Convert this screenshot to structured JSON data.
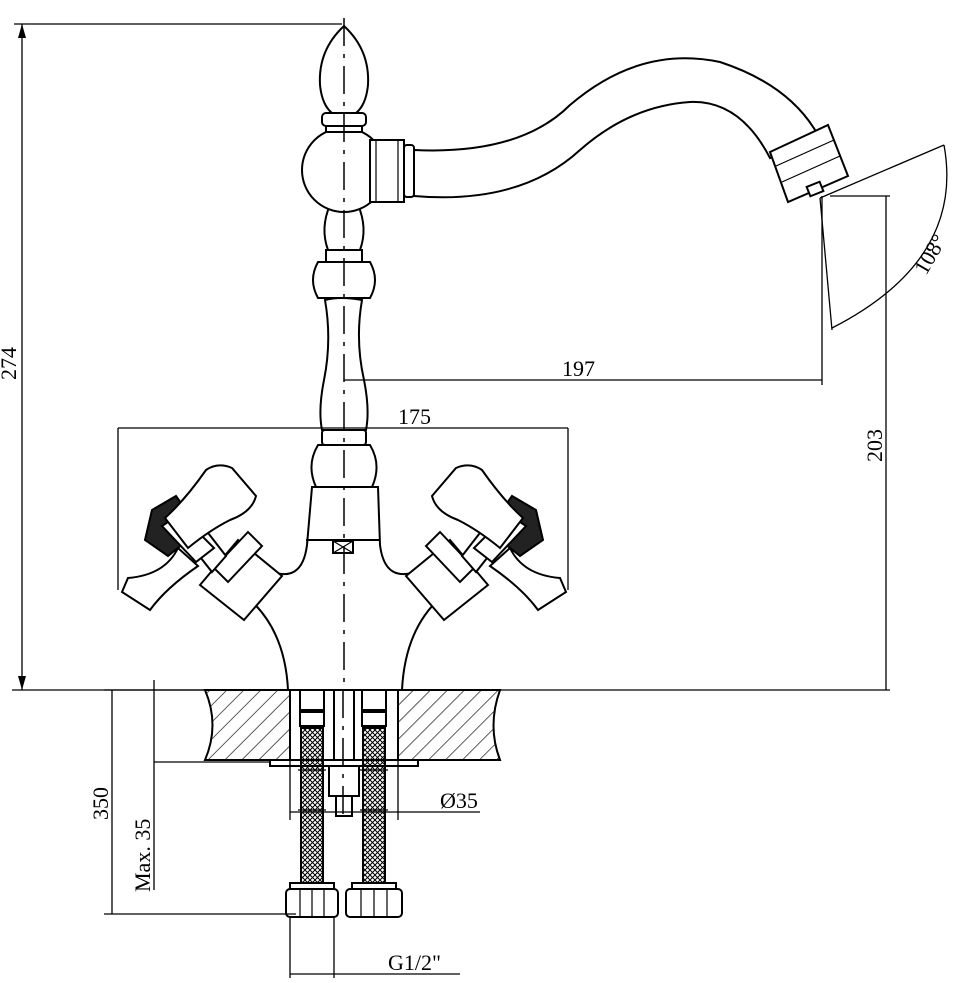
{
  "dimensions": {
    "total_height": "274",
    "spout_reach": "197",
    "handle_span": "175",
    "outlet_height": "203",
    "swivel_angle": "108°",
    "hose_length": "350",
    "max_counter_thickness": "Max. 35",
    "hole_diameter": "Ø35",
    "thread_size": "G1/2\""
  }
}
